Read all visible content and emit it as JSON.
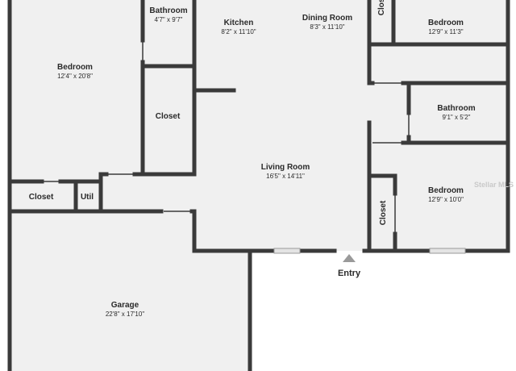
{
  "rooms": {
    "bedroom_left": {
      "name": "Bedroom",
      "dims": "12'4\" x 20'8\""
    },
    "bathroom_top": {
      "name": "Bathroom",
      "dims": "4'7\" x 9'7\""
    },
    "kitchen": {
      "name": "Kitchen",
      "dims": "8'2\" x 11'10\""
    },
    "dining_room": {
      "name": "Dining Room",
      "dims": "8'3\" x 11'10\""
    },
    "closet_top_right": {
      "name": "Closet"
    },
    "bedroom_top_right": {
      "name": "Bedroom",
      "dims": "12'9\" x 11'3\""
    },
    "closet_left": {
      "name": "Closet"
    },
    "bathroom_right": {
      "name": "Bathroom",
      "dims": "9'1\" x 5'2\""
    },
    "living_room": {
      "name": "Living Room",
      "dims": "16'5\" x 14'11\""
    },
    "bedroom_bottom_right": {
      "name": "Bedroom",
      "dims": "12'9\" x 10'0\""
    },
    "closet_bottom_left": {
      "name": "Closet"
    },
    "util": {
      "name": "Util"
    },
    "closet_bottom_right": {
      "name": "Closet"
    },
    "garage": {
      "name": "Garage",
      "dims": "22'8\" x 17'10\""
    }
  },
  "entry_label": "Entry",
  "watermark": "Stellar MLS",
  "colors": {
    "floor": "#f0f0f0",
    "wall": "#3a3a3a",
    "text": "#2a2a2a",
    "entry_marker": "#9a9a9a"
  }
}
